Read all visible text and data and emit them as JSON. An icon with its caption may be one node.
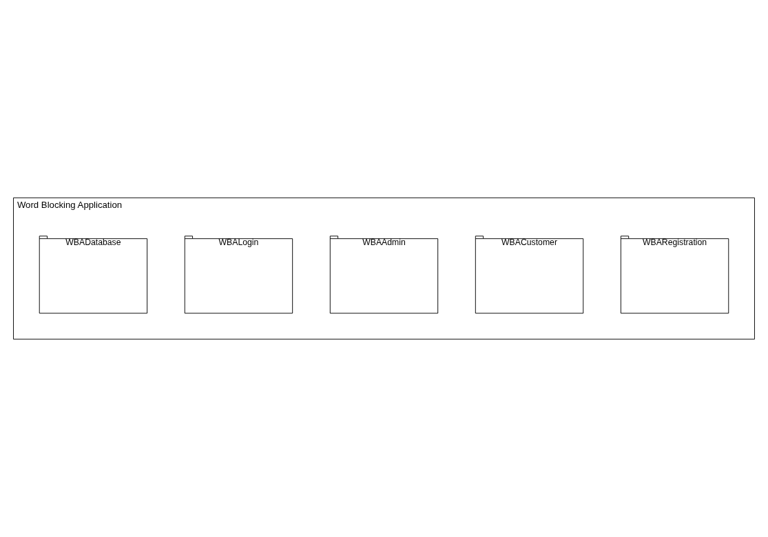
{
  "diagram": {
    "nodes": [
      {
        "text": [
          "Word Blocking Application"
        ]
      },
      {
        "text": [
          "WBARegistration"
        ],
        "in": 0
      },
      {
        "text": [
          "WBACustomer"
        ],
        "in": 0
      },
      {
        "text": [
          "WBAAdmin"
        ],
        "in": 0
      },
      {
        "text": [
          "WBALogin"
        ],
        "in": 0
      },
      {
        "text": [
          "WBADatabase"
        ],
        "in": 0
      }
    ]
  }
}
